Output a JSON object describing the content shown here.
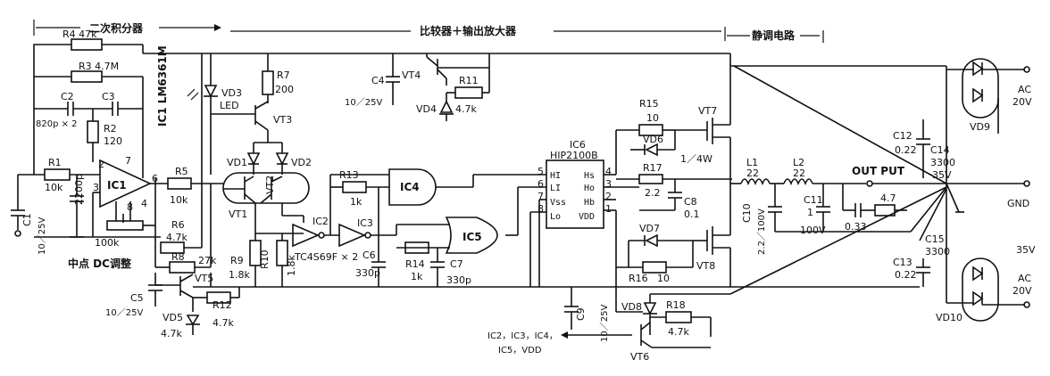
{
  "sections": {
    "integrator": "二次积分器",
    "comparator_amp": "比较器＋输出放大器",
    "tuning": "静调电路"
  },
  "components": {
    "R4": "R4 47k",
    "R3": "R3 4.7M",
    "C2": "C2",
    "C3": "C3",
    "C2C3_val": "820p × 2",
    "R2": "R2",
    "R2_val": "120",
    "R1": "R1",
    "R1_val": "10k",
    "C1": "C1",
    "C1_val": "10／25V",
    "C_2200p": "2200p",
    "IC1": "IC1",
    "IC1_part": "IC1 LM6361M",
    "pot_100k": "100k",
    "R5": "R5",
    "R5_val": "10k",
    "R6": "R6",
    "R6_val": "4.7k",
    "mid_dc": "中点 DC调整",
    "R8": "R8",
    "R8_val": "27k",
    "C5": "C5",
    "C5_val": "10／25V",
    "VT5": "VT5",
    "R12": "R12",
    "R12_val": "4.7k",
    "VD5": "VD5",
    "VD5_val": "4.7k",
    "VD3": "VD3",
    "VD3_led": "LED",
    "R7": "R7",
    "R7_val": "200",
    "VT3": "VT3",
    "VD1": "VD1",
    "VD2": "VD2",
    "VT1": "VT1",
    "VT2": "VT2",
    "R9": "R9",
    "R9_val": "1.8k",
    "R10": "R10",
    "R10_val": "1.8k",
    "IC2": "IC2",
    "IC3": "IC3",
    "TC4": "TC4S69F × 2",
    "C4": "C4",
    "C4_val": "10／25V",
    "VT4": "VT4",
    "R11": "R11",
    "R11_val": "4.7k",
    "VD4": "VD4",
    "R13": "R13",
    "R13_val": "1k",
    "IC4": "IC4",
    "IC5": "IC5",
    "C6": "C6",
    "C6_val": "330p",
    "R14": "R14",
    "R14_val": "1k",
    "C7": "C7",
    "C7_val": "330p",
    "IC6": "IC6",
    "IC6_part": "HIP2100B",
    "pin_HI": "HI",
    "pin_LI": "LI",
    "pin_VSS": "Vss",
    "pin_LO": "Lo",
    "pin_HS": "Hs",
    "pin_HO": "Ho",
    "pin_HB": "Hb",
    "pin_VDD": "VDD",
    "R15": "R15",
    "R15_val": "10",
    "VD6": "VD6",
    "R17": "R17",
    "R17_val": "2.2",
    "quarter_w": "1／4W",
    "C8": "C8",
    "C8_val": "0.1",
    "VT7": "VT7",
    "VD7": "VD7",
    "R16": "R16",
    "R16_val": "10",
    "VT8": "VT8",
    "C9": "C9",
    "C9_val": "10／25V",
    "VD8": "VD8",
    "R18": "R18",
    "R18_val": "4.7k",
    "VT6": "VT6",
    "ic_supply": "IC2，IC3，IC4，",
    "ic_supply2": "IC5，VDD",
    "L1": "L1",
    "L1_val": "22",
    "L2": "L2",
    "L2_val": "22",
    "C10": "C10",
    "C10_val": "2.2／100V",
    "C11": "C11",
    "C11_val": "1",
    "C11_v": "100V",
    "output": "OUT PUT",
    "r_47": "4.7",
    "c_033": "0.33",
    "C12": "C12",
    "C12_val": "0.22",
    "C13": "C13",
    "C13_val": "0.22",
    "C14": "C14",
    "C14_val": "3300",
    "C14_v": "35V",
    "C15": "C15",
    "C15_val": "3300",
    "C15_v": "35V",
    "VD9": "VD9",
    "VD10": "VD10",
    "AC_top": "AC",
    "AC_top_v": "20V",
    "AC_bot": "AC",
    "AC_bot_v": "20V",
    "GND": "GND",
    "pin_1": "1",
    "pin_2": "2",
    "pin_3": "3",
    "pin_4": "4",
    "pin_5": "5",
    "pin_6": "6",
    "pin_7": "7",
    "pin_8": "8"
  }
}
